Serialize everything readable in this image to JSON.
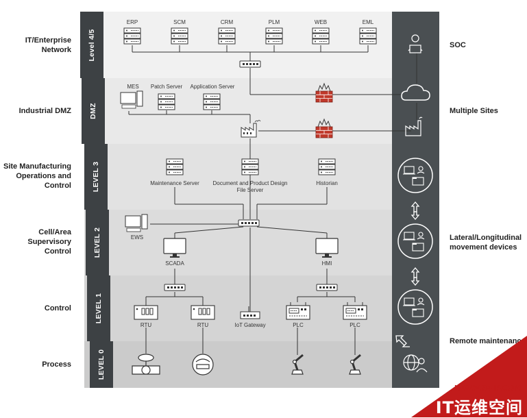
{
  "left_labels": {
    "it": "IT/Enterprise\nNetwork",
    "dmz": "Industrial DMZ",
    "smoc": "Site Manufacturing\nOperations and\nControl",
    "cell": "Cell/Area\nSupervisory\nControl",
    "control": "Control",
    "process": "Process"
  },
  "levels": {
    "l45": "Level 4/5",
    "dmz": "DMZ",
    "l3": "LEVEL 3",
    "l2": "LEVEL 2",
    "l1": "LEVEL 1",
    "l0": "LEVEL 0"
  },
  "enterprise_servers": [
    "ERP",
    "SCM",
    "CRM",
    "PLM",
    "WEB",
    "EML"
  ],
  "dmz_nodes": {
    "mes": "MES",
    "patch": "Patch Server",
    "app": "Application Server"
  },
  "level3_nodes": {
    "maint": "Maintenance Server",
    "doc": "Document and Product Design\nFile Server",
    "hist": "Historian"
  },
  "level2_nodes": {
    "ews": "EWS",
    "scada": "SCADA",
    "hmi": "HMI"
  },
  "level1_nodes": {
    "rtu1": "RTU",
    "rtu2": "RTU",
    "iot": "IoT Gateway",
    "plc1": "PLC",
    "plc2": "PLC"
  },
  "right_labels": {
    "soc": "SOC",
    "sites": "Multiple Sites",
    "lateral": "Lateral/Longitudinal\nmovement devices",
    "remote": "Remote maintenance"
  },
  "watermark": {
    "url": "WWW.94IP.COM",
    "text": "IT运维空间"
  },
  "colors": {
    "level_tab": "#3d4144",
    "right_column": "#4a4f52",
    "firewall": "#c0392b",
    "watermark_red": "#c21b1b"
  }
}
